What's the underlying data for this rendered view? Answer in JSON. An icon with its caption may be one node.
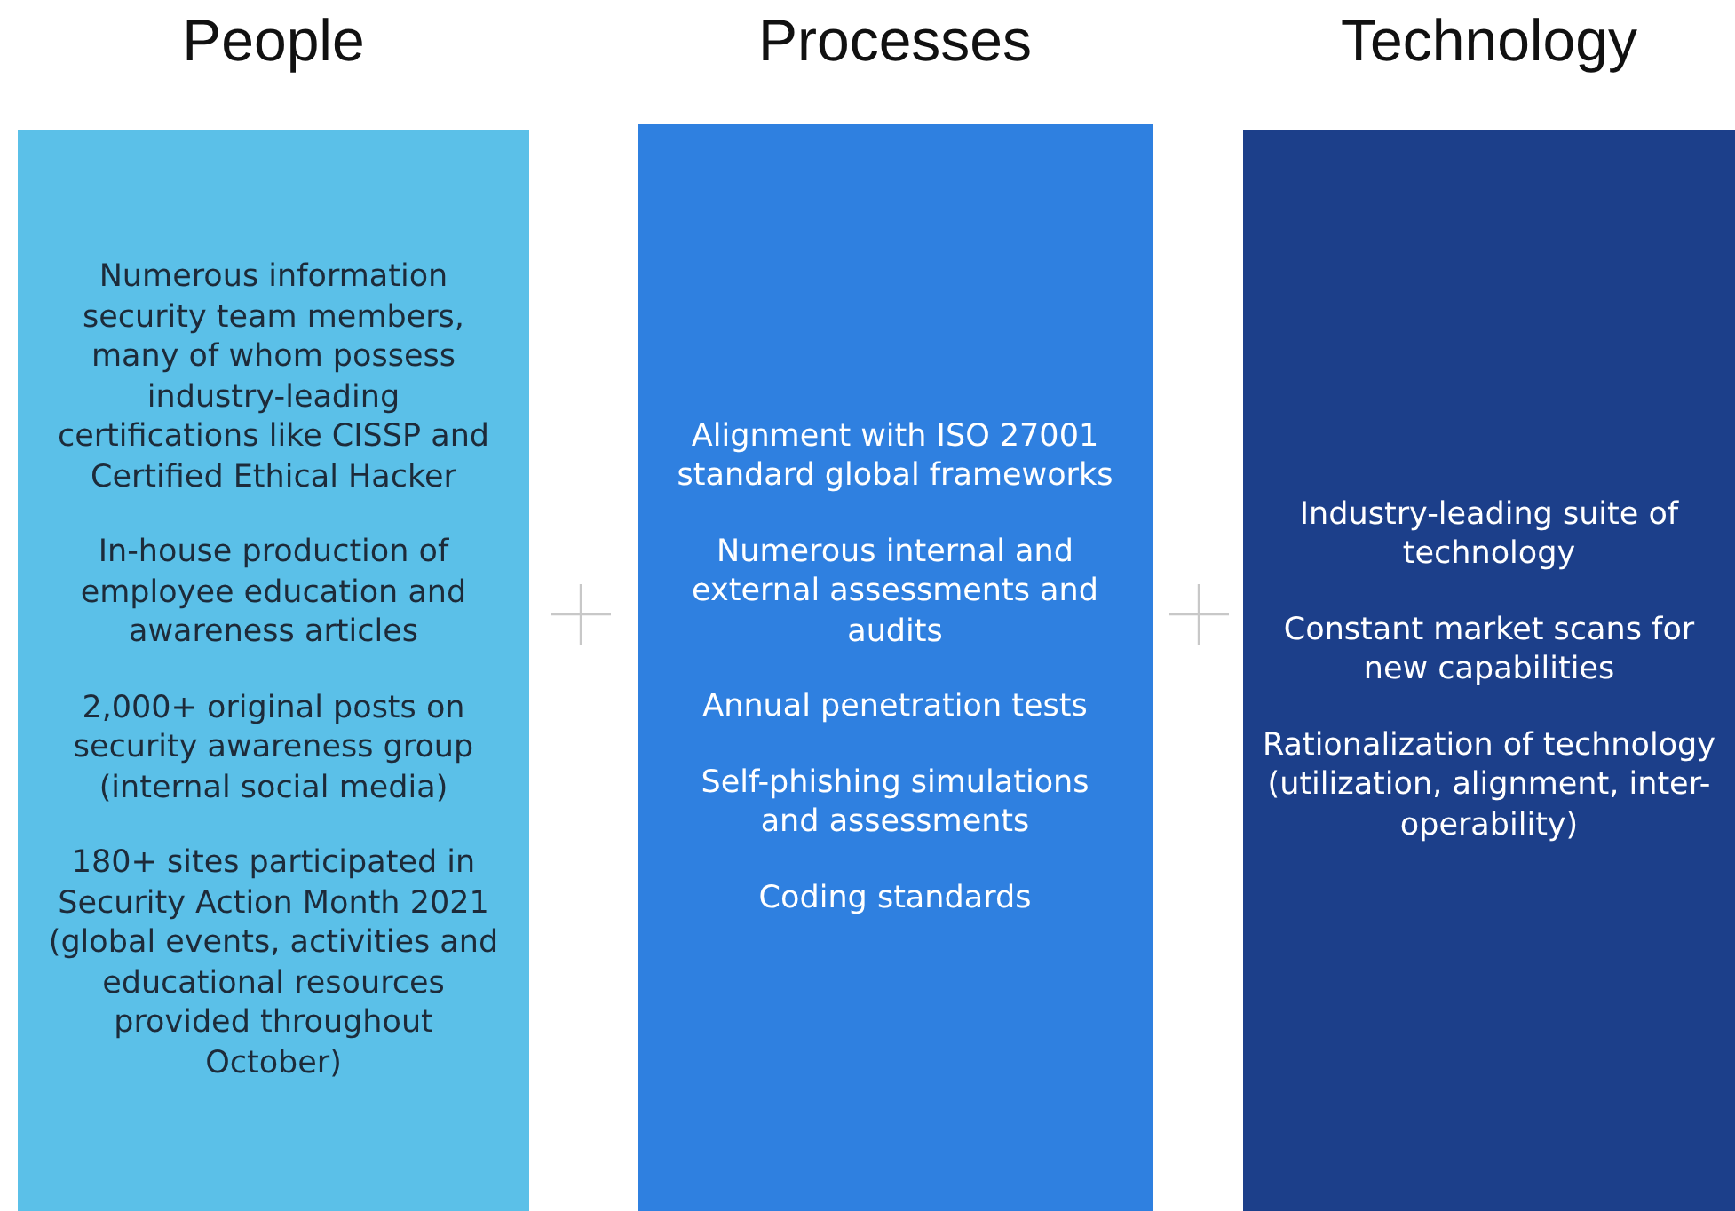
{
  "diagram": {
    "nodes": [
      {
        "text": [
          "People",
          "Numerous information security team members, many of whom possess industry-leading certifications like CISSP and Certified Ethical Hacker",
          "In-house production of employee education and awareness articles",
          "2,000+ original posts on security awareness group (internal social media)",
          "180+ sites participated in Security Action Month 2021 (global events, activities and educational resources provided throughout October)"
        ]
      },
      {
        "text": [
          "Processes",
          "Alignment with ISO 27001 standard global frameworks",
          "Numerous internal and external assessments and audits",
          "Annual penetration tests",
          "Self-phishing simulations and assessments",
          "Coding standards"
        ]
      },
      {
        "text": [
          "Technology",
          "Industry-leading suite of technology",
          "Constant market scans for new capabilities",
          "Rationalization of technology (utilization, alignment, inter-operability)"
        ]
      }
    ]
  }
}
